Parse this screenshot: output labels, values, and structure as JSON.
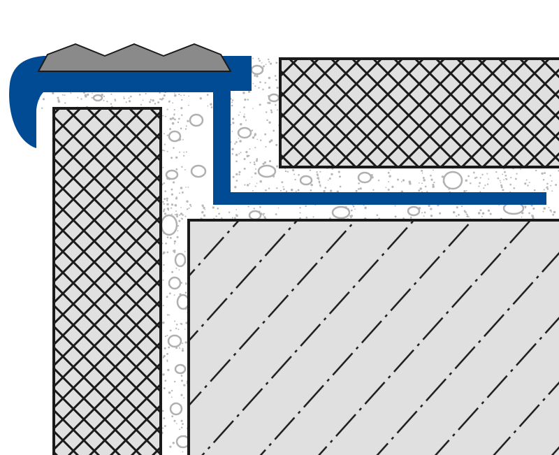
{
  "diagram": {
    "kind": "stair-nosing-profile-cross-section",
    "components": [
      {
        "id": "nosing-profile",
        "material": "metal",
        "color": "#004b93"
      },
      {
        "id": "anti-slip-insert",
        "material": "rubber",
        "color": "#8a8a8a"
      },
      {
        "id": "tile-tread",
        "material": "ceramic",
        "pattern": "crosshatch"
      },
      {
        "id": "tile-riser",
        "material": "ceramic",
        "pattern": "crosshatch"
      },
      {
        "id": "screed-base",
        "material": "concrete",
        "pattern": "dash-dot-diagonal"
      },
      {
        "id": "tile-adhesive",
        "material": "mortar",
        "pattern": "speckle"
      }
    ]
  },
  "colors": {
    "background": "#ffffff",
    "outline": "#1a1a1a",
    "profile": "#004b93",
    "insert": "#8a8a8a",
    "fill": "#e0e0e0",
    "pebble": "#b0b0b0",
    "speckle": "#b8b8b8"
  }
}
